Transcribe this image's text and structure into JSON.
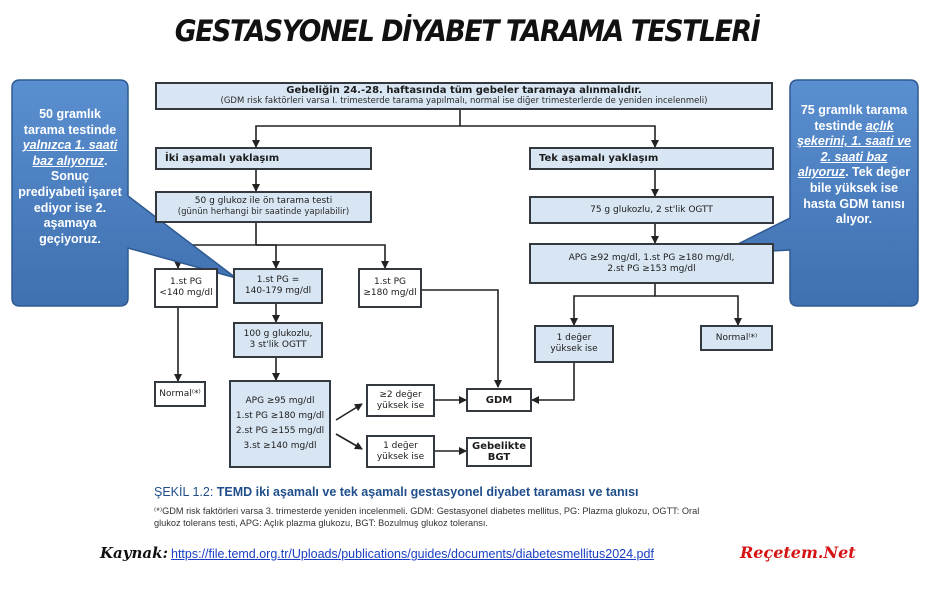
{
  "title": "GESTASYONEL DİYABET TARAMA TESTLERİ",
  "top_box": {
    "line1": "Gebeliğin 24.-28. haftasında tüm gebeler taramaya alınmalıdır.",
    "line2": "(GDM risk faktörleri varsa I. trimesterde tarama yapılmalı, normal ise diğer trimesterlerde de yeniden incelenmeli)"
  },
  "two_step": {
    "header": "İki aşamalı yaklaşım",
    "screen_line1": "50 g glukoz ile ön tarama testi",
    "screen_line2": "(günün herhangi bir saatinde yapılabilir)",
    "pg_low_line1": "1.st PG",
    "pg_low_line2": "<140 mg/dl",
    "pg_mid_line1": "1.st PG =",
    "pg_mid_line2": "140-179 mg/dl",
    "pg_high_line1": "1.st PG",
    "pg_high_line2": "≥180 mg/dl",
    "ogtt_line1": "100 g glukozlu,",
    "ogtt_line2": "3 st'lik OGTT",
    "normal": "Normal⁽*⁾",
    "criteria": [
      "APG ≥95 mg/dl",
      "1.st PG ≥180 mg/dl",
      "2.st PG ≥155 mg/dl",
      "3.st ≥140 mg/dl"
    ],
    "two_high_line1": "≥2 değer",
    "two_high_line2": "yüksek ise",
    "one_high_line1": "1 değer",
    "one_high_line2": "yüksek ise",
    "gdm": "GDM",
    "bgt_line1": "Gebelikte",
    "bgt_line2": "BGT"
  },
  "one_step": {
    "header": "Tek aşamalı yaklaşım",
    "ogtt": "75 g glukozlu, 2 st'lik OGTT",
    "criteria_line1": "APG ≥92 mg/dl,   1.st PG ≥180 mg/dl,",
    "criteria_line2": "2.st PG ≥153 mg/dl",
    "one_high_line1": "1 değer",
    "one_high_line2": "yüksek ise",
    "normal": "Normal⁽*⁾"
  },
  "left_bubble": {
    "p1": "50 gramlık tarama testinde ",
    "u1": "yalnızca 1. saati baz alıyoruz",
    "p2": ". Sonuç prediyabeti işaret ediyor ise 2. aşamaya geçiyoruz.",
    "color": "#4a7fc0"
  },
  "right_bubble": {
    "p1": "75 gramlık tarama testinde ",
    "u1": "açlık şekerini, 1. saati ve 2. saati baz alıyoruz",
    "p2": ". Tek değer bile yüksek ise hasta GDM tanısı alıyor.",
    "color": "#4a7fc0"
  },
  "caption": {
    "prefix": "ŞEKİL 1.2: ",
    "bold": "TEMD iki aşamalı ve tek aşamalı gestasyonel diyabet taraması ve tanısı"
  },
  "footnote_line1": "⁽*⁾GDM risk faktörleri varsa 3. trimesterde yeniden incelenmeli. GDM: Gestasyonel diabetes mellitus, PG: Plazma glukozu, OGTT: Oral",
  "footnote_line2": "glukoz tolerans testi, APG: Açlık plazma glukozu, BGT: Bozulmuş glukoz toleransı.",
  "source_label": "Kaynak:",
  "source_url": "https://file.temd.org.tr/Uploads/publications/guides/documents/diabetesmellitus2024.pdf",
  "brand": "Reçetem.Net"
}
